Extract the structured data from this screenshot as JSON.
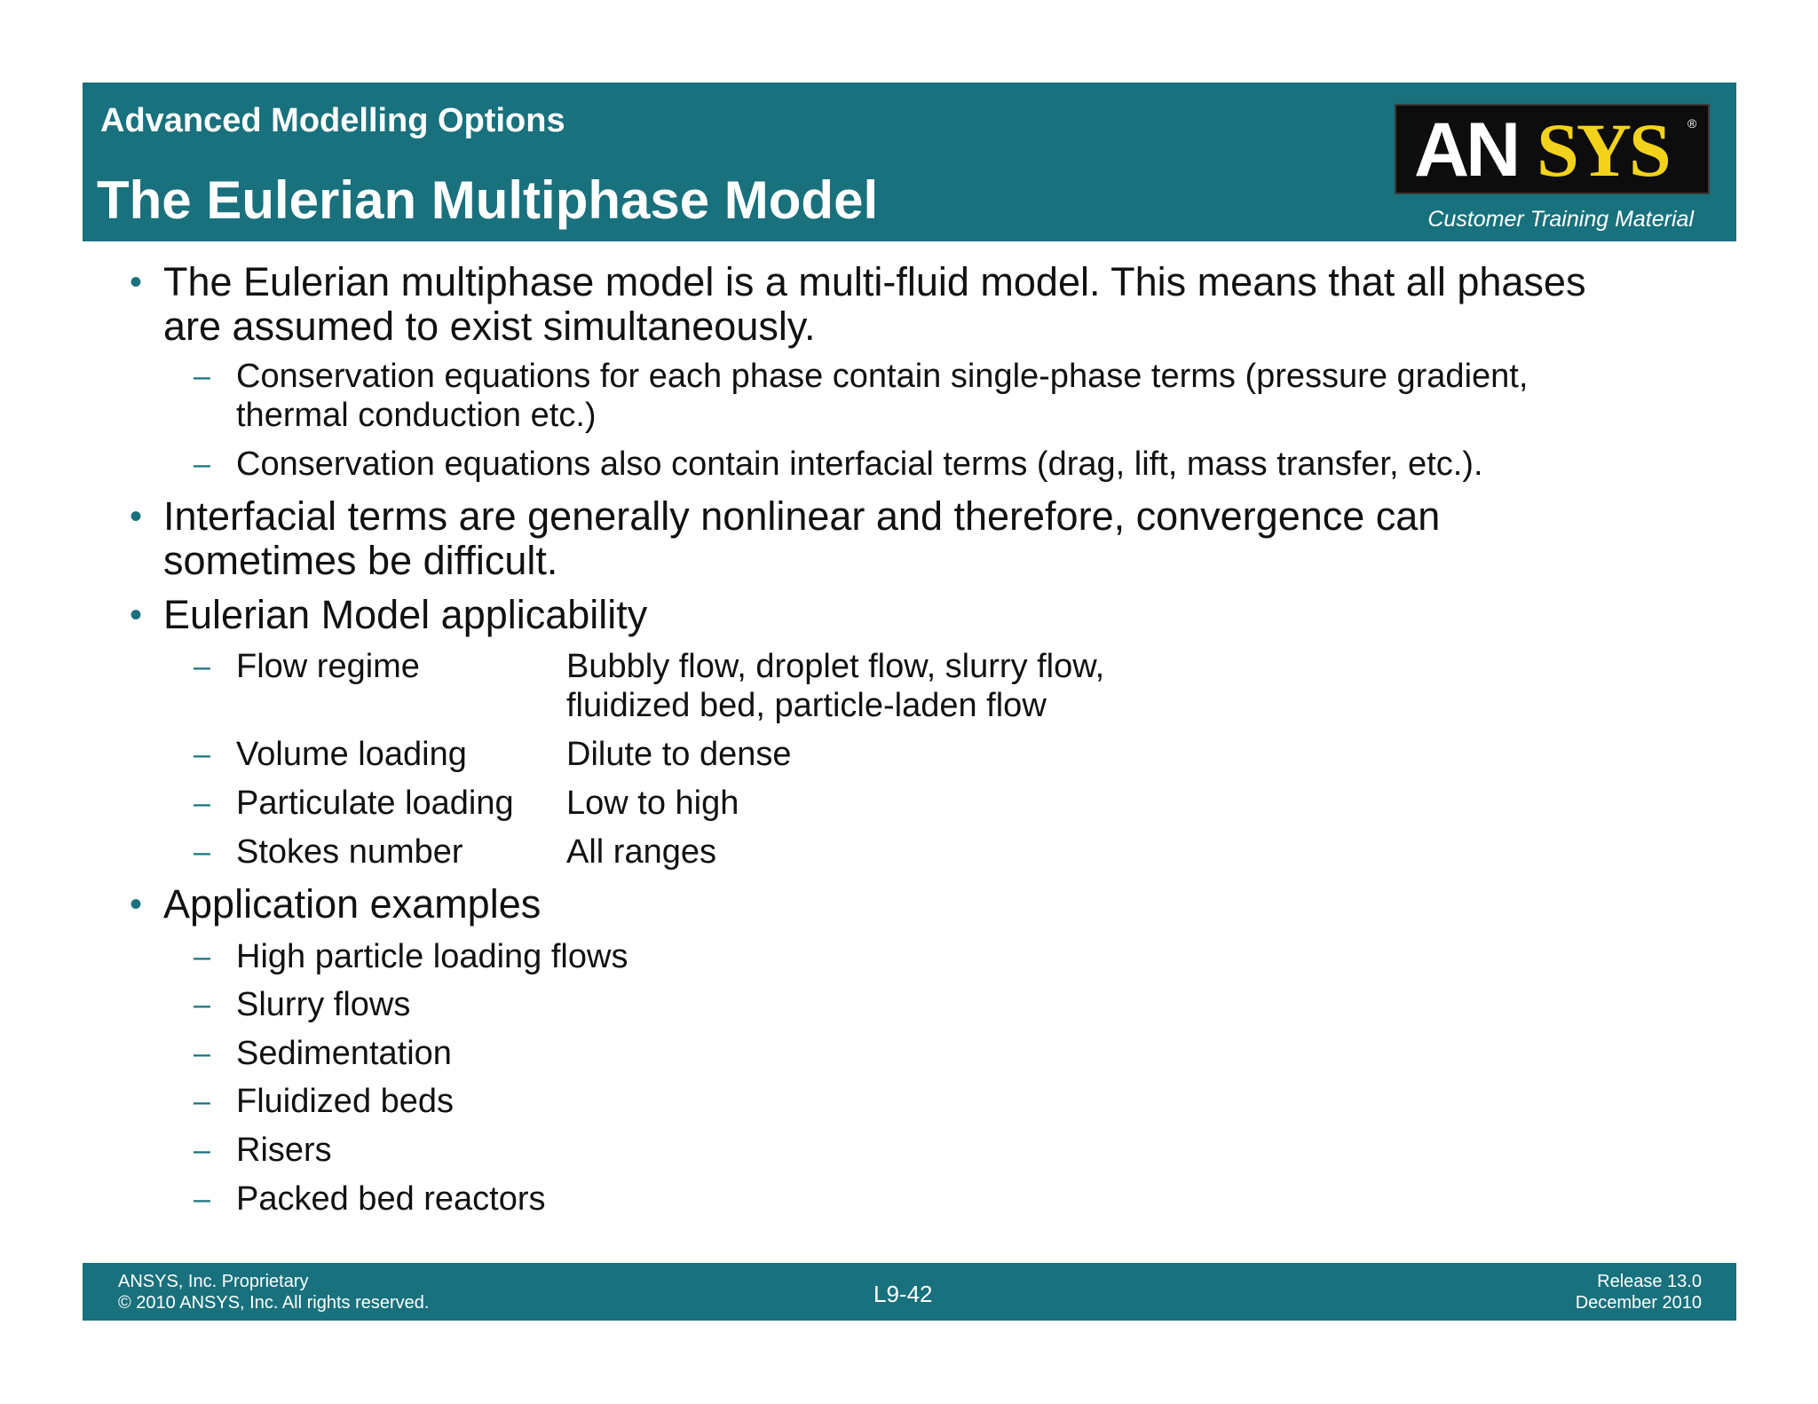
{
  "header": {
    "section_title": "Advanced Modelling Options",
    "slide_title": "The Eulerian Multiphase Model",
    "logo_text": "ANSYS",
    "logo_text_white": "AN",
    "logo_text_yellow": "SYS",
    "logo_mark": "®",
    "training_label": "Customer Training Material",
    "band_color": "#18717d",
    "logo_yellow": "#f2d21b"
  },
  "content": {
    "bullet1": {
      "line1": "The Eulerian multiphase model is a multi-fluid model.  This means that all phases",
      "line2": "are assumed to exist simultaneously.",
      "sub1_line1": "Conservation equations for each phase contain single-phase terms (pressure gradient,",
      "sub1_line2": "thermal conduction etc.)",
      "sub2": "Conservation equations also contain interfacial terms (drag, lift, mass transfer, etc.)."
    },
    "bullet2": {
      "line1": "Interfacial terms are generally nonlinear and therefore, convergence can",
      "line2": "sometimes be difficult."
    },
    "bullet3": {
      "label": "Eulerian Model applicability",
      "rows": [
        {
          "name": "Flow regime",
          "value": "Bubbly flow, droplet flow, slurry flow,",
          "value2": "fluidized bed, particle-laden flow"
        },
        {
          "name": "Volume loading",
          "value": "Dilute to dense"
        },
        {
          "name": "Particulate loading",
          "value": "Low to high"
        },
        {
          "name": "Stokes number",
          "value": "All ranges"
        }
      ]
    },
    "bullet4": {
      "label": "Application examples",
      "items": [
        "High particle loading flows",
        "Slurry flows",
        "Sedimentation",
        "Fluidized beds",
        "Risers",
        "Packed bed reactors"
      ]
    }
  },
  "footer": {
    "proprietary": "ANSYS, Inc. Proprietary",
    "copyright": "© 2010 ANSYS, Inc.  All rights reserved.",
    "page": "L9-42",
    "release": "Release 13.0",
    "date": "December 2010"
  }
}
